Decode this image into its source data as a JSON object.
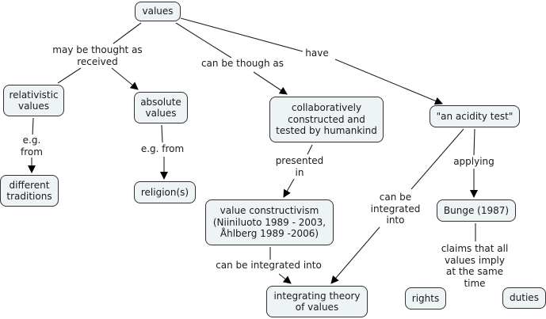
{
  "concept_map": {
    "nodes": {
      "values": "values",
      "relativistic": "relativistic\nvalues",
      "absolute": "absolute\nvalues",
      "traditions": "different\ntraditions",
      "religions": "religion(s)",
      "collaborative": "collaboratively\nconstructed and\ntested by humankind",
      "constructivism": "value constructivism\n(Niiniluoto 1989 - 2003,\nÅhlberg 1989 -2006)",
      "integrating": "integrating theory\nof values",
      "acidity": "\"an acidity test\"",
      "bunge": "Bunge (1987)",
      "rights": "rights",
      "duties": "duties"
    },
    "links": {
      "received": "may be thought as\nreceived",
      "though_as": "can be though as",
      "have": "have",
      "eg_from_1": "e.g.\nfrom",
      "eg_from_2": "e.g. from",
      "presented_in": "presented\nin",
      "integrated_1": "can be integrated into",
      "integrated_2": "can be\nintegrated\ninto",
      "applying": "applying",
      "claims": "claims that all values imply\nat the same time"
    }
  }
}
